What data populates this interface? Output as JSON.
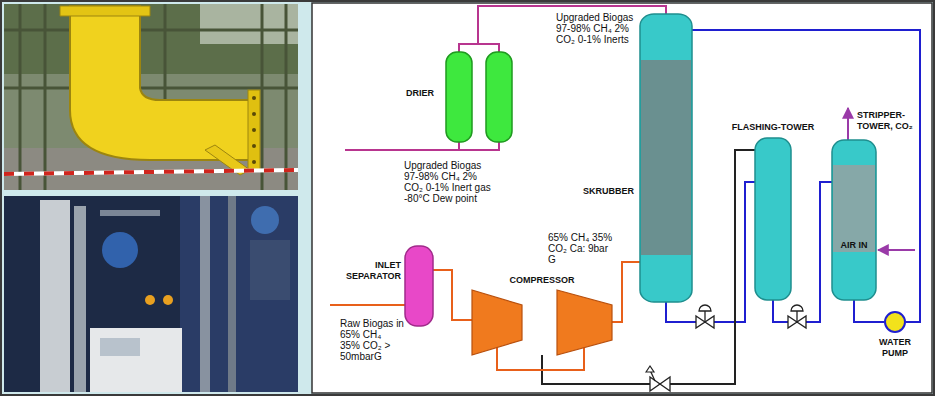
{
  "diagram": {
    "nodes": [
      {
        "text": [
          "DRIER"
        ]
      },
      {
        "text": [
          "SKRUBBER"
        ]
      },
      {
        "text": [
          "FLASHING-TOWER"
        ]
      },
      {
        "text": [
          "STRIPPER-TOWER, CO₂"
        ]
      },
      {
        "text": [
          "INLET SEPARATOR"
        ]
      },
      {
        "text": [
          "COMPRESSOR"
        ]
      },
      {
        "text": [
          "WATER PUMP"
        ]
      }
    ],
    "edges": [
      {
        "from": 4,
        "to": 5,
        "arrow": "none"
      },
      {
        "from": 5,
        "to": 1,
        "label": "65% CH₄ 35% CO₂ Ca: 9bar G",
        "arrow": "none"
      },
      {
        "from": 1,
        "to": 0,
        "arrow": "none"
      },
      {
        "from": 1,
        "to": 2,
        "arrow": "none"
      },
      {
        "from": 2,
        "to": 5,
        "arrow": "none"
      },
      {
        "from": 2,
        "to": 3,
        "arrow": "none"
      },
      {
        "from": 3,
        "to": 6,
        "arrow": "none"
      },
      {
        "from": 6,
        "to": 1,
        "arrow": "none"
      }
    ],
    "labels": [
      "Upgraded Biogas 97-98% CH₄ 2% CO₂ 0-1% Inerts",
      "Upgraded Biogas 97-98% CH₄ 2% CO₂ 0-1% Inert gas -80°C Dew point",
      "Raw Biogas in 65% CH₄ 35% CO₂ > 50mbarG",
      "AIR IN"
    ]
  }
}
